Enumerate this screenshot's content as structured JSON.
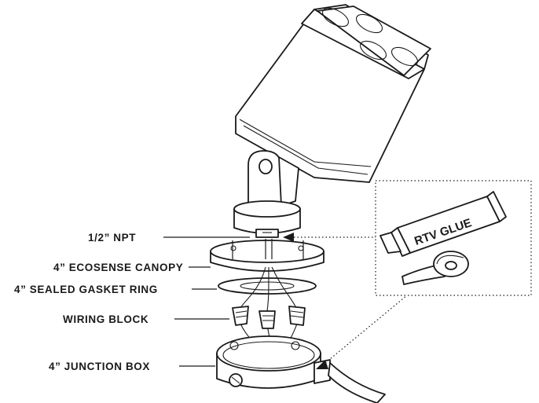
{
  "labels": {
    "npt": "1/2” NPT",
    "canopy": "4” ECOSENSE CANOPY",
    "gasket": "4” SEALED GASKET RING",
    "wiring": "WIRING BLOCK",
    "junction": "4” JUNCTION BOX"
  },
  "inset": {
    "glue_label": "RTV GLUE"
  }
}
